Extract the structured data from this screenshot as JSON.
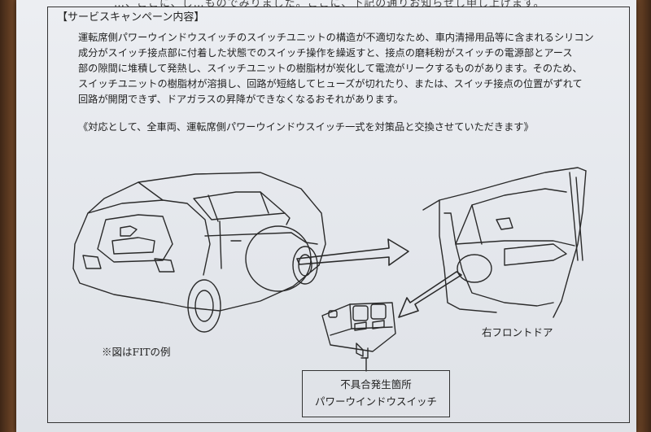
{
  "document": {
    "top_strip_text": "…、ここに、し…ものでみりました。ここに、下記の通りお知らせし申し上げます。",
    "section_title": "【サービスキャンペーン内容】",
    "body_lines": [
      "運転席側パワーウインドウスイッチのスイッチユニットの構造が不適切なため、車内清掃用品等に含まれるシリコン",
      "成分がスイッチ接点部に付着した状態でのスイッチ操作を繰返すと、接点の磨耗粉がスイッチの電源部とアース",
      "部の隙間に堆積して発熱し、スイッチユニットの樹脂材が炭化して電流がリークするものがあります。そのため、",
      "スイッチユニットの樹脂材が溶損し、回路が短絡してヒューズが切れたり、または、スイッチ接点の位置がずれて",
      "回路が開閉できず、ドアガラスの昇降ができなくなるおそれがあります。"
    ],
    "measure_note": "《対応として、全車両、運転席側パワーウインドウスイッチ一式を対策品と交換させていただきます》",
    "figure": {
      "example_caption": "※図はFITの例",
      "door_caption": "右フロントドア",
      "box_line1": "不具合発生箇所",
      "box_line2": "パワーウインドウスイッチ"
    }
  }
}
